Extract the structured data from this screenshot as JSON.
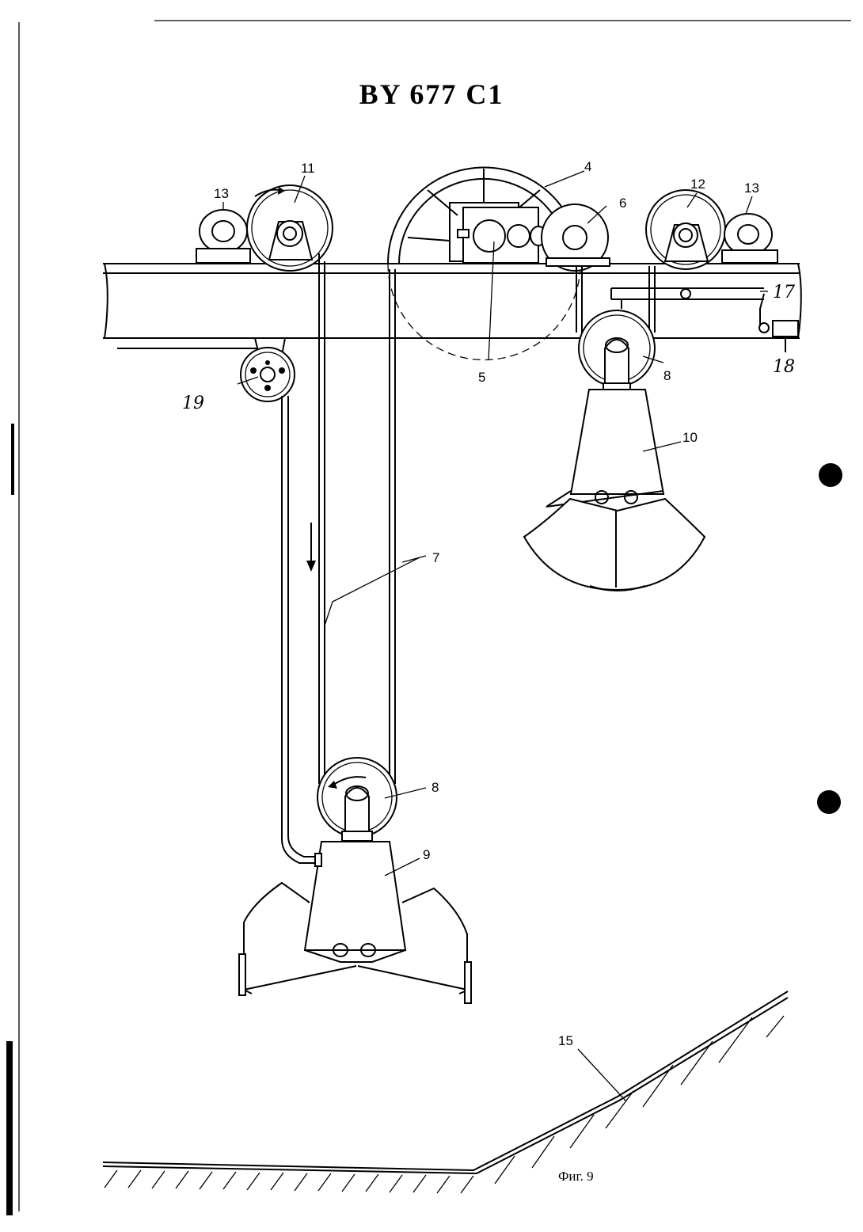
{
  "document": {
    "title": "BY 677 C1",
    "figure_caption": "Фиг. 9"
  },
  "labels": {
    "n4": "4",
    "n5": "5",
    "n6": "6",
    "n7": "7",
    "n8_top": "8",
    "n8_bottom": "8",
    "n9": "9",
    "n10": "10",
    "n11": "11",
    "n12": "12",
    "n13_left": "13",
    "n13_right": "13",
    "n15": "15",
    "n17": "17",
    "n18": "18",
    "n19": "19"
  }
}
